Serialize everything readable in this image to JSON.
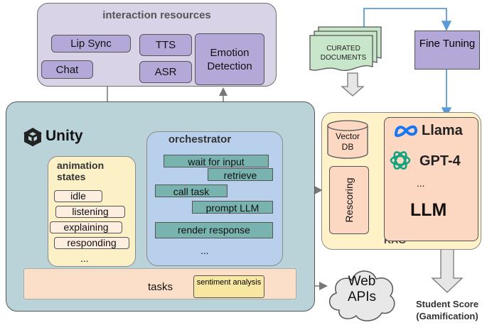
{
  "resources": {
    "title": "interaction resources",
    "items": [
      "Lip Sync",
      "TTS",
      "Emotion Detection",
      "Chat",
      "ASR"
    ]
  },
  "unity": {
    "logo_text": "Unity"
  },
  "animation": {
    "title": "animation states",
    "states": [
      "idle",
      "listening",
      "explaining",
      "responding",
      "..."
    ]
  },
  "orchestrator": {
    "title": "orchestrator",
    "steps": [
      "wait for input",
      "retrieve",
      "call task",
      "prompt LLM",
      "render response",
      "..."
    ]
  },
  "tasks": {
    "label": "tasks",
    "sentiment": "sentiment analysis"
  },
  "web": {
    "label": "Web APIs"
  },
  "documents": {
    "label": "CURATED DOCUMENTS"
  },
  "fine_tuning": {
    "label": "Fine Tuning"
  },
  "rag": {
    "label": "RAG",
    "vector_db": "Vector DB",
    "rescoring": "Rescoring",
    "models": [
      "Llama",
      "GPT-4",
      "...",
      "LLM"
    ]
  },
  "score": {
    "label": "Student Score (Gamification)"
  },
  "colors": {
    "resources_bg": "#d9d3e8",
    "pill": "#b3a8d8",
    "unity_bg": "#b9d3d9",
    "orchestrator_bg": "#b9d0ec",
    "step": "#78b3b0",
    "rag_bg": "#fff1c8",
    "llm_bg": "#fcd7c2",
    "documents": "#c8e6c9",
    "arrow_blue": "#5b9bd5"
  }
}
